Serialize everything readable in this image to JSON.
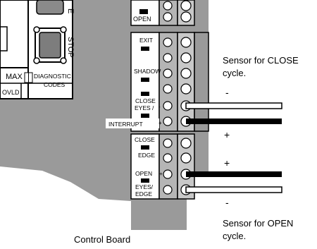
{
  "board": {
    "caption": "Control Board",
    "top_labels": {
      "open": "OPEN",
      "stop": "STOP",
      "max": "MAX",
      "ovld": "OVLD",
      "diagnostic": "DIAGNOSTIC",
      "codes": "CODES",
      "partial": "E"
    },
    "upper_block": [
      "EXIT",
      "SHADOW",
      "CLOSE",
      "EYES /",
      "INTERRUPT"
    ],
    "lower_block": [
      "CLOSE",
      "EDGE",
      "OPEN",
      "EYES/",
      "EDGE"
    ]
  },
  "annotations": {
    "close_sensor_line1": "Sensor for CLOSE",
    "close_sensor_line2": "cycle.",
    "open_sensor_line1": "Sensor for OPEN",
    "open_sensor_line2": "cycle.",
    "minus": "-",
    "plus": "+"
  },
  "colors": {
    "board": "#9a9a9a",
    "terminal": "#ffffff",
    "wire": "#000000",
    "outline": "#000000"
  }
}
